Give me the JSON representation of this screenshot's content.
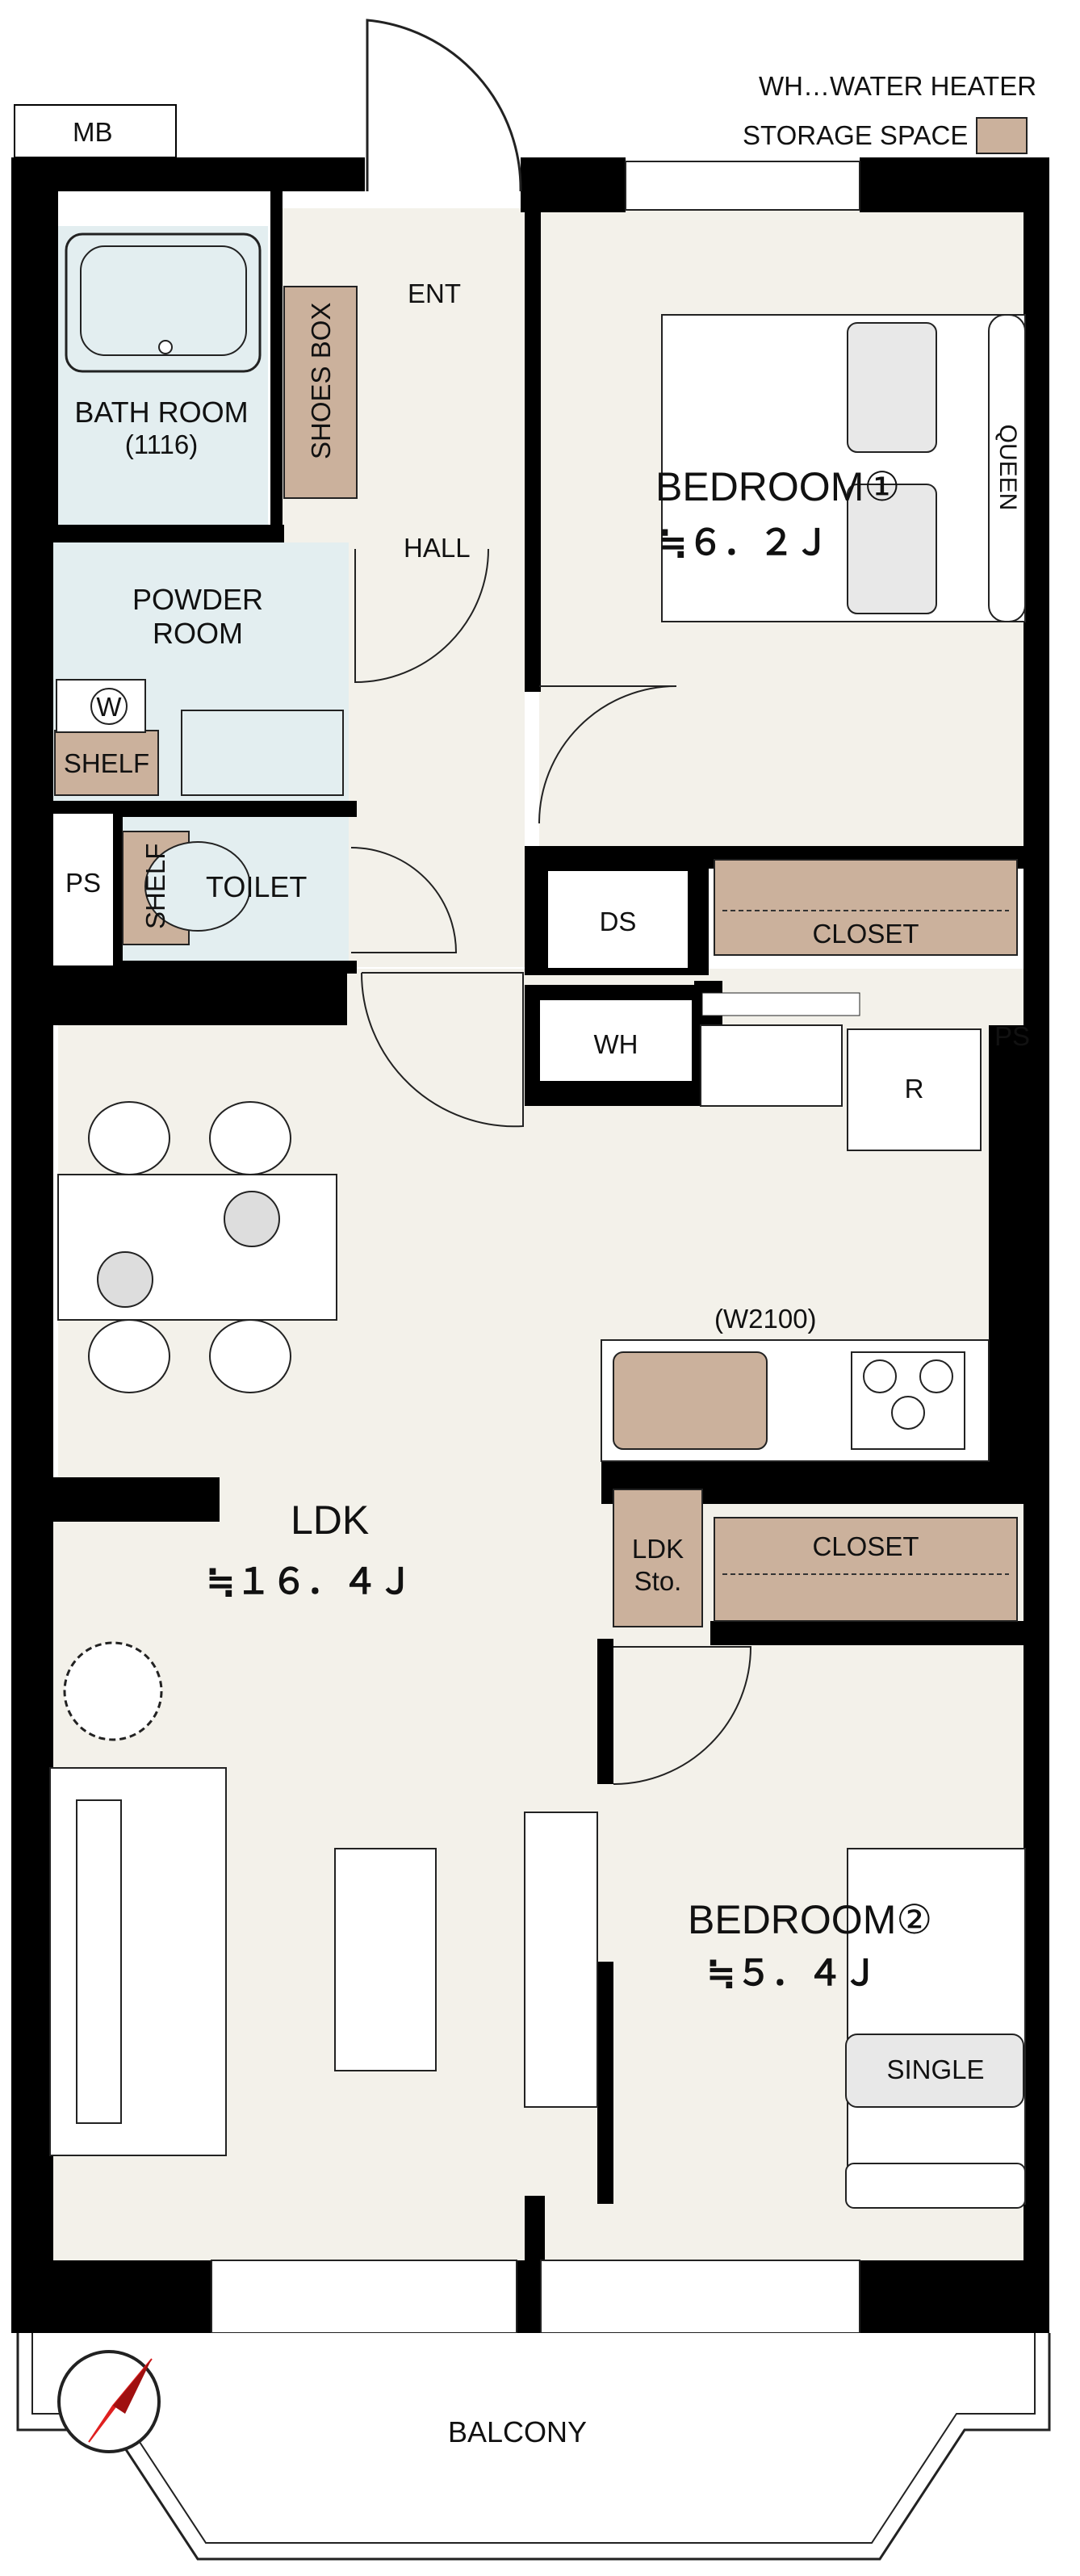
{
  "legend": {
    "wh_note": "WH…WATER HEATER",
    "storage_label": "STORAGE SPACE",
    "storage_color": "#cbb19c"
  },
  "labels": {
    "mb": "MB",
    "ent": "ENT",
    "shoes_box": "SHOES BOX",
    "bath_room": "BATH ROOM",
    "bath_size": "(1116)",
    "hall": "HALL",
    "powder_room_1": "POWDER",
    "powder_room_2": "ROOM",
    "washer": "W",
    "shelf_powder": "SHELF",
    "ps_left": "PS",
    "shelf_toilet": "SHELF",
    "toilet": "TOILET",
    "bedroom1": "BEDROOM①",
    "bedroom1_area": "≒６．２Ｊ",
    "queen": "QUEEN",
    "ds": "DS",
    "closet1": "CLOSET",
    "wh": "WH",
    "ps_right": "PS",
    "fridge": "R",
    "kitchen_width": "(W2100)",
    "ldk": "LDK",
    "ldk_area": "≒１６．４Ｊ",
    "ldk_sto_1": "LDK",
    "ldk_sto_2": "Sto.",
    "closet2": "CLOSET",
    "bedroom2": "BEDROOM②",
    "bedroom2_area": "≒５．４Ｊ",
    "single": "SINGLE",
    "balcony": "BALCONY"
  },
  "colors": {
    "wall": "#000000",
    "floor": "#f3f1ea",
    "wet_area": "#e3eef0",
    "storage": "#cbb19c"
  },
  "icons": {
    "compass": "north-arrow-icon"
  }
}
